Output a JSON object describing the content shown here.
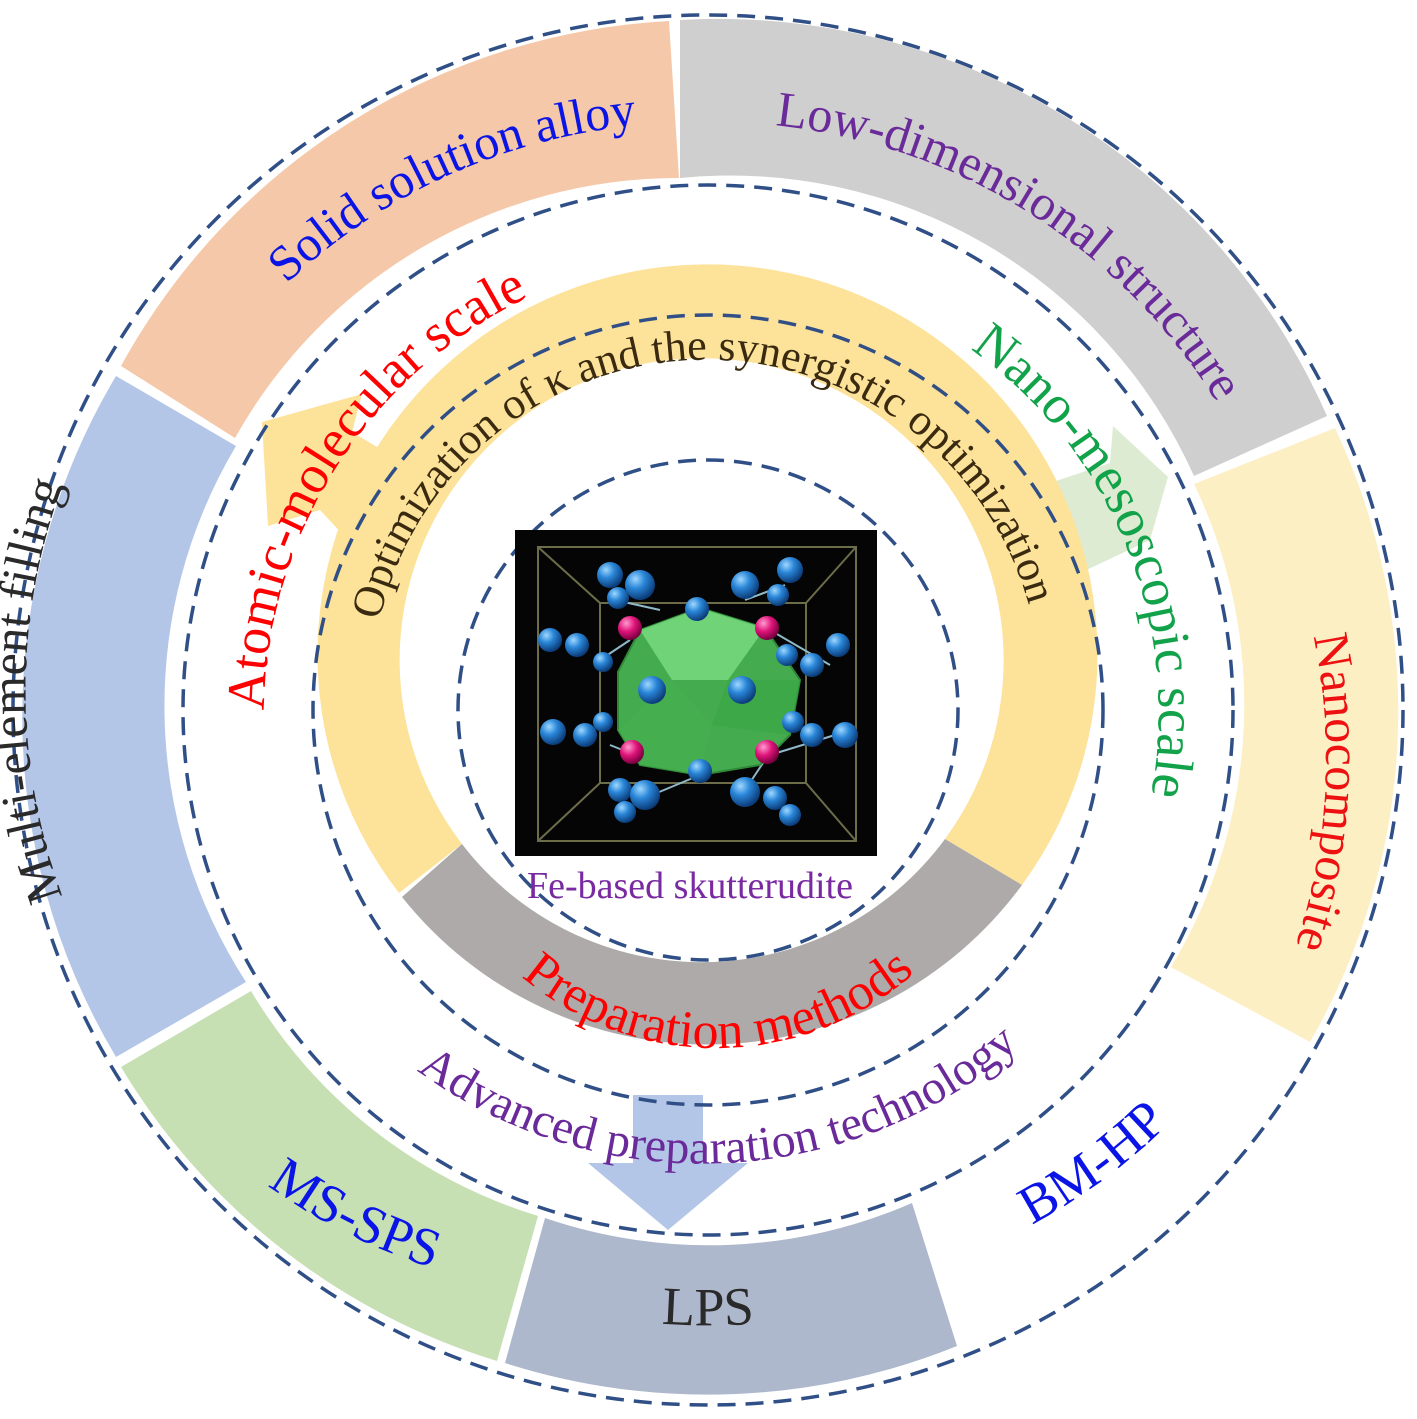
{
  "diagram": {
    "outer_ring": {
      "segments": [
        {
          "label": "Solid solution alloy",
          "fill": "#f4c8a8",
          "text_color": "#0a14e6"
        },
        {
          "label": "Low-dimensional structure",
          "fill": "#cfcfcf",
          "text_color": "#6a2a9a"
        },
        {
          "label": "Nanocomposite",
          "fill": "#fdefc4",
          "text_color": "#ee1111"
        },
        {
          "label": "BM-HP",
          "fill": "#ffffff",
          "text_color": "#0a14e6"
        },
        {
          "label": "LPS",
          "fill": "#aeb8cc",
          "text_color": "#2a2a2a"
        },
        {
          "label": "MS-SPS",
          "fill": "#c6e0b4",
          "text_color": "#0a14e6"
        },
        {
          "label": "Multi-element filling",
          "fill": "#b4c6e7",
          "text_color": "#2a2a2a"
        }
      ]
    },
    "middle_ring": {
      "left_label": "Atomic-molecular scale",
      "left_color": "#ff0000",
      "right_label": "Nano-mesoscopic scale",
      "right_color": "#12a24a",
      "bottom_label": "Advanced preparation technology",
      "bottom_color": "#6a2a9a",
      "arrow_colors": [
        "#fde29a",
        "#dcebd2",
        "#b4c6e7"
      ]
    },
    "inner_ring": {
      "top_label": "Optimization of κ and the synergistic optimization",
      "top_fill": "#fde29a",
      "top_text_color": "#3a2a10",
      "bottom_label": "Preparation methods",
      "bottom_fill": "#aeaaaa",
      "bottom_text_color": "#ff0000"
    },
    "center": {
      "caption": "Fe-based skutterudite",
      "caption_color": "#7a2aa0"
    }
  }
}
